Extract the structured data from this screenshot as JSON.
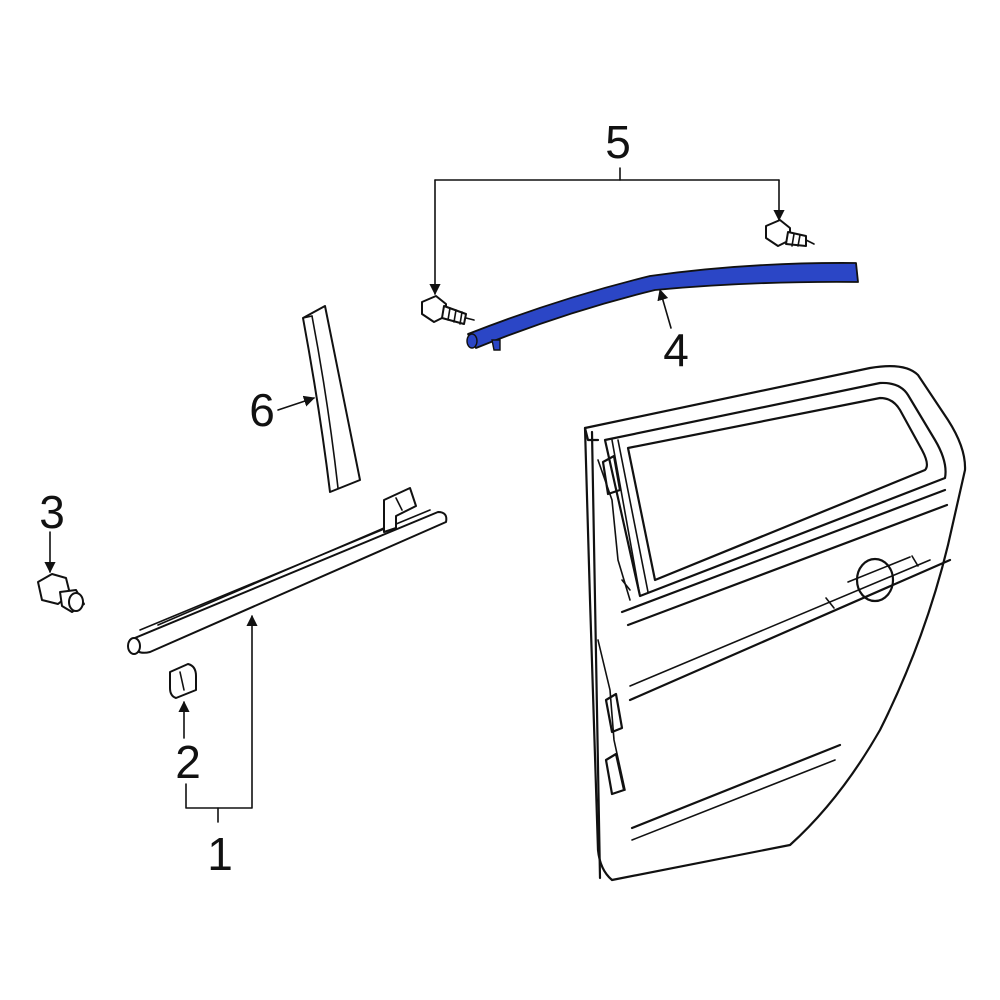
{
  "diagram": {
    "highlight_color": "#2b46c6",
    "callouts": [
      {
        "id": "1",
        "label": "1"
      },
      {
        "id": "2",
        "label": "2"
      },
      {
        "id": "3",
        "label": "3"
      },
      {
        "id": "4",
        "label": "4"
      },
      {
        "id": "5",
        "label": "5"
      },
      {
        "id": "6",
        "label": "6"
      }
    ]
  }
}
